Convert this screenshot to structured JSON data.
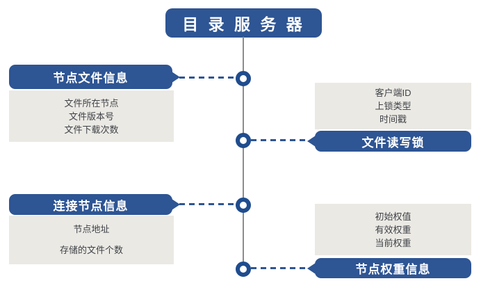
{
  "title": {
    "label": "目 录 服 务 器"
  },
  "groups": [
    {
      "side": "left",
      "label": "节点文件信息",
      "items": [
        "文件所在节点",
        "文件版本号",
        "文件下载次数"
      ]
    },
    {
      "side": "right",
      "label": "文件读写锁",
      "items": [
        "客户端ID",
        "上锁类型",
        "时间戳"
      ]
    },
    {
      "side": "left",
      "label": "连接节点信息",
      "items": [
        "节点地址",
        "存储的文件个数"
      ]
    },
    {
      "side": "right",
      "label": "节点权重信息",
      "items": [
        "初始权值",
        "有效权重",
        "当前权重"
      ]
    }
  ],
  "timeline": {
    "node_count": 4
  },
  "colors": {
    "primary_blue": "#2E5594",
    "ring_blue": "#1F4C8E",
    "panel_gray": "#EBE9E4",
    "line_gray": "#8C8C8C",
    "text_dark": "#3F4247"
  }
}
